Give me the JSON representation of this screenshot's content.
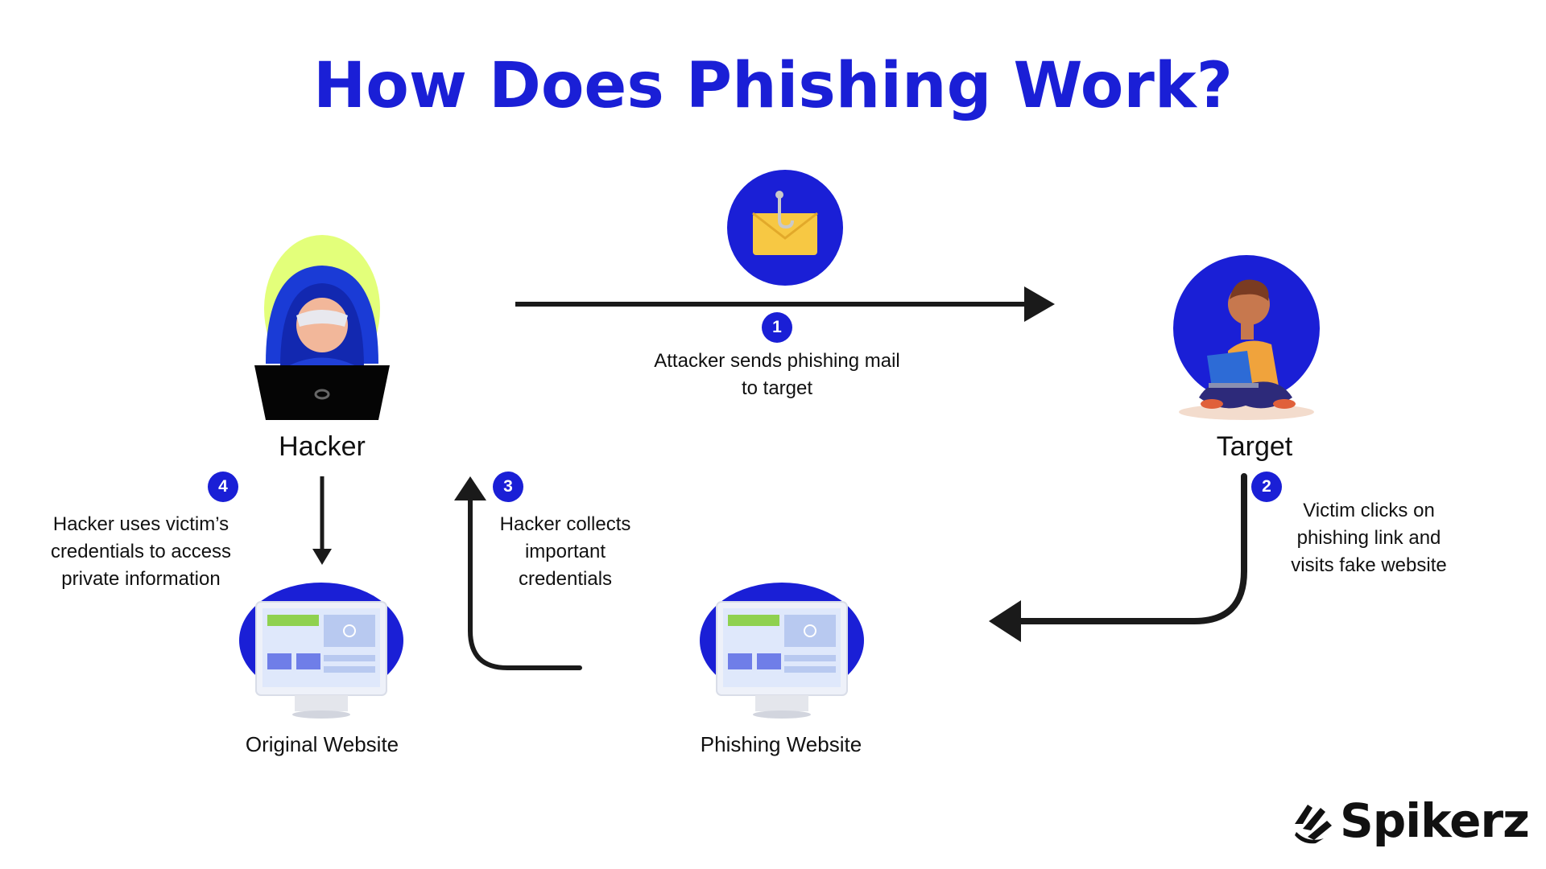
{
  "title": "How Does Phishing Work?",
  "nodes": {
    "hacker": "Hacker",
    "target": "Target",
    "original_site": "Original Website",
    "phishing_site": "Phishing Website"
  },
  "steps": [
    {
      "number": "1",
      "text_line1": "Attacker sends phishing mail",
      "text_line2": "to target"
    },
    {
      "number": "2",
      "text_line1": "Victim clicks on",
      "text_line2": "phishing link and",
      "text_line3": "visits fake website"
    },
    {
      "number": "3",
      "text_line1": "Hacker collects",
      "text_line2": "important",
      "text_line3": "credentials"
    },
    {
      "number": "4",
      "text_line1": "Hacker uses victim’s",
      "text_line2": "credentials to access",
      "text_line3": "private information"
    }
  ],
  "brand": {
    "name": "Spikerz"
  },
  "colors": {
    "accent": "#1a1fd6",
    "envelope": "#f7c843",
    "hood_glow": "#e3ff7a",
    "arrow": "#1a1a1a"
  }
}
